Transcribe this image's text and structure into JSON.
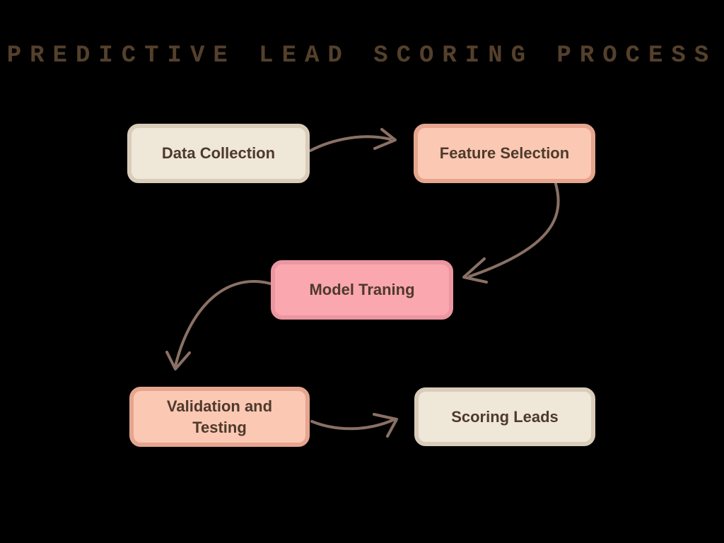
{
  "title": "PREDICTIVE LEAD SCORING PROCESS",
  "colors": {
    "background": "#000000",
    "title_text": "#54402B",
    "node_text": "#4E3A2C",
    "beige_fill": "#EFE7D8",
    "beige_border": "#D9CDBA",
    "salmon_fill": "#FBC8B3",
    "salmon_border": "#E5A58E",
    "pink_fill": "#FBA7AF",
    "pink_border": "#EB96A0",
    "arrow_stroke": "#8A7165"
  },
  "nodes": [
    {
      "id": "data-collection",
      "label": "Data Collection",
      "variant": "beige"
    },
    {
      "id": "feature-selection",
      "label": "Feature Selection",
      "variant": "salmon"
    },
    {
      "id": "model-training",
      "label": "Model Traning",
      "variant": "pink"
    },
    {
      "id": "validation-testing",
      "label": "Validation and Testing",
      "variant": "salmon"
    },
    {
      "id": "scoring-leads",
      "label": "Scoring Leads",
      "variant": "beige"
    }
  ],
  "edges": [
    {
      "from": "data-collection",
      "to": "feature-selection",
      "style": "curved-arrow"
    },
    {
      "from": "feature-selection",
      "to": "model-training",
      "style": "curved-arrow"
    },
    {
      "from": "model-training",
      "to": "validation-testing",
      "style": "curved-arrow"
    },
    {
      "from": "validation-testing",
      "to": "scoring-leads",
      "style": "curved-arrow"
    }
  ]
}
